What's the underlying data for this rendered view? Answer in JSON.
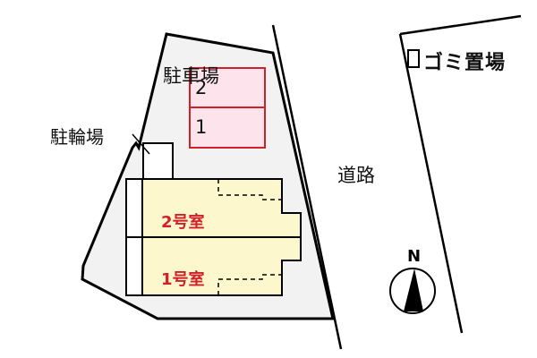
{
  "labels": {
    "parking": "駐車場",
    "parking_spaces": [
      "2",
      "1"
    ],
    "bicycle_parking": "駐輪場",
    "road": "道路",
    "garbage_area": "ゴミ置場",
    "rooms": [
      "2号室",
      "1号室"
    ],
    "north": "N"
  },
  "colors": {
    "lot_fill": "#f2f2f2",
    "outline": "#000000",
    "parking_fill": "#fde4ec",
    "parking_border": "#d0202a",
    "building_fill": "#fdf7cd",
    "room_text": "#d0202a"
  }
}
